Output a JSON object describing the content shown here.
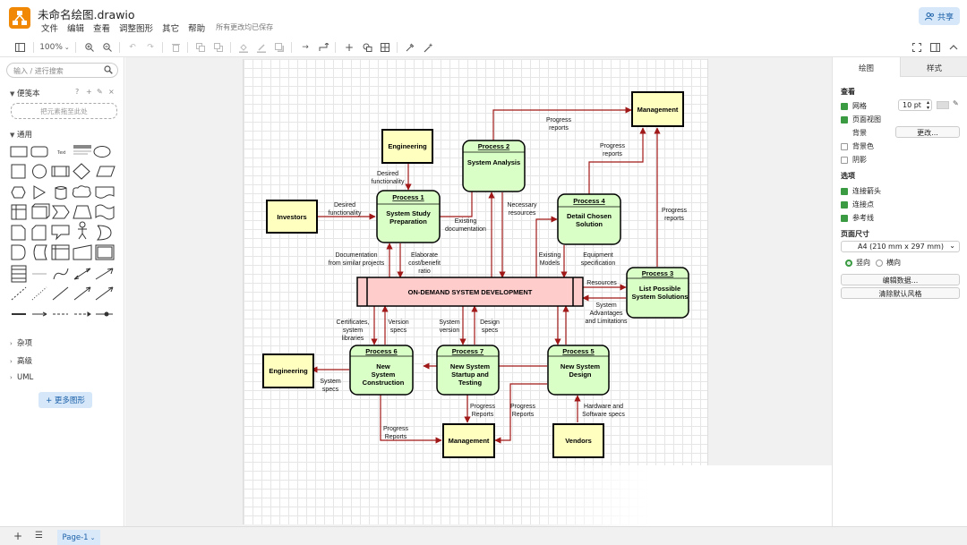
{
  "app": {
    "title": "未命名绘图.drawio",
    "save_status": "所有更改均已保存",
    "share_label": "共享"
  },
  "menu": [
    "文件",
    "编辑",
    "查看",
    "调整图形",
    "其它",
    "帮助"
  ],
  "toolbar": {
    "zoom": "100%"
  },
  "left_panel": {
    "search_placeholder": "输入 / 进行搜索",
    "scratchpad_label": "便笺本",
    "scratchpad_drop": "把元素拖至此处",
    "general_label": "通用",
    "shape_text_label": "Text",
    "collapsed_sections": [
      "杂项",
      "高级",
      "UML"
    ],
    "more_shapes": "+ 更多图形"
  },
  "right_panel": {
    "tab_diagram": "绘图",
    "tab_style": "样式",
    "view_heading": "查看",
    "grid_label": "网格",
    "grid_checked": true,
    "grid_size": "10 pt",
    "page_view_label": "页面视图",
    "page_view_checked": true,
    "background_label": "背景",
    "change_button": "更改...",
    "background_color_label": "背景色",
    "background_color_checked": false,
    "shadow_label": "阴影",
    "shadow_checked": false,
    "options_heading": "选项",
    "connection_arrows_label": "连接箭头",
    "connection_arrows_checked": true,
    "connection_points_label": "连接点",
    "connection_points_checked": true,
    "guides_label": "参考线",
    "guides_checked": true,
    "page_size_heading": "页面尺寸",
    "page_size_value": "A4 (210 mm x 297 mm)",
    "portrait_label": "竖向",
    "landscape_label": "横向",
    "orientation": "portrait",
    "edit_data_button": "编辑数据...",
    "clear_style_button": "清除默认风格"
  },
  "footer": {
    "page_tab": "Page-1"
  },
  "diagram": {
    "colors": {
      "entity_fill": "#ffffc0",
      "process_fill": "#d9ffc6",
      "system_fill": "#ffcccc",
      "stroke": "#000000",
      "arrow": "#a01818"
    },
    "entities": {
      "management_top": "Management",
      "engineering_top": "Engineering",
      "investors": "Investors",
      "engineering_left": "Engineering",
      "management_bottom": "Management",
      "vendors": "Vendors"
    },
    "processes": {
      "p1": {
        "id": "Process 1",
        "name": [
          "System Study",
          "Preparation"
        ]
      },
      "p2": {
        "id": "Process 2",
        "name": [
          "System Analysis"
        ]
      },
      "p3": {
        "id": "Process 3",
        "name": [
          "List Possible",
          "System Solutions"
        ]
      },
      "p4": {
        "id": "Process 4",
        "name": [
          "Detail Chosen",
          "Solution"
        ]
      },
      "p5": {
        "id": "Process 5",
        "name": [
          "New System",
          "Design"
        ]
      },
      "p6": {
        "id": "Process 6",
        "name": [
          "New",
          "System",
          "Construction"
        ]
      },
      "p7": {
        "id": "Process 7",
        "name": [
          "New System",
          "Startup and",
          "Testing"
        ]
      }
    },
    "central": "ON-DEMAND SYSTEM DEVELOPMENT",
    "edge_labels": {
      "progress_reports_top": [
        "Progress",
        "reports"
      ],
      "desired_func_top": [
        "Desired",
        "functionality"
      ],
      "desired_func_left": [
        "Desired",
        "functionality"
      ],
      "progress_reports_p4": [
        "Progress",
        "reports"
      ],
      "progress_reports_p3": [
        "Progress",
        "reports"
      ],
      "existing_documentation": [
        "Existing",
        "documentation"
      ],
      "necessary_resources": [
        "Necessary",
        "resources"
      ],
      "documentation_similar": [
        "Documentation",
        "from similar projects"
      ],
      "elaborate_cost": [
        "Elaborate",
        "cost/benefit",
        "ratio"
      ],
      "existing_models": [
        "Existing",
        "Models"
      ],
      "equipment_spec": [
        "Equipment",
        "specification"
      ],
      "resources": [
        "Resources"
      ],
      "system_advantages": [
        "System",
        "Advantages",
        "and Limitations"
      ],
      "certificates": [
        "Certificates,",
        "system",
        "libraries"
      ],
      "version_specs": [
        "Version",
        "specs"
      ],
      "system_version": [
        "System",
        "version"
      ],
      "design_specs": [
        "Design",
        "specs"
      ],
      "system_specs": [
        "System",
        "specs"
      ],
      "progress_reports_p6": [
        "Progress",
        "Reports"
      ],
      "progress_reports_p7": [
        "Progress",
        "Reports"
      ],
      "progress_reports_p5": [
        "Progress",
        "Reports"
      ],
      "hardware_software": [
        "Hardware and",
        "Software specs"
      ]
    }
  }
}
